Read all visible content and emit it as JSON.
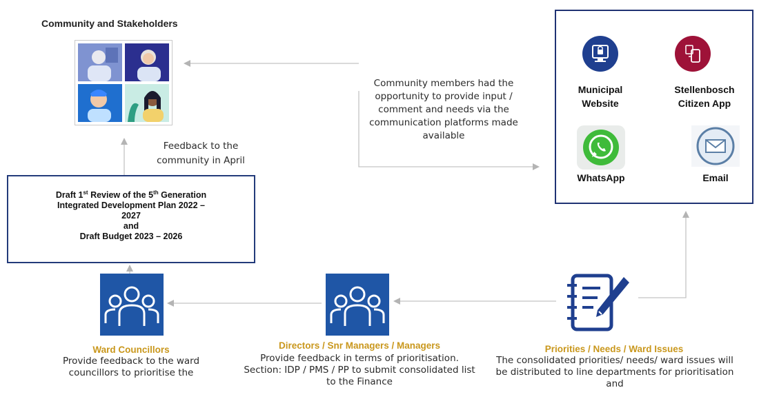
{
  "community": {
    "heading": "Community and Stakeholders"
  },
  "callout": {
    "text": "Community members had the opportunity to provide input / comment and needs via the communication platforms made available"
  },
  "feedback": {
    "text": "Feedback to the community in April"
  },
  "draft": {
    "line1_pre": "Draft 1",
    "line1_sup1": "st",
    "line1_mid": " Review of the 5",
    "line1_sup2": "th",
    "line1_post": " Generation",
    "line2": "Integrated Development Plan 2022 –",
    "line3": "2027",
    "line4": "and",
    "line5": "Draft Budget 2023 – 2026"
  },
  "platforms": {
    "website": "Municipal Website",
    "app": "Stellenbosch Citizen App",
    "whatsapp": "WhatsApp",
    "email": "Email"
  },
  "groups": {
    "councillors": {
      "title": "Ward Councillors",
      "desc": "Provide feedback to the ward councillors to prioritise the"
    },
    "managers": {
      "title": "Directors / Snr Managers / Managers",
      "desc": "Provide feedback in terms of prioritisation. Section: IDP / PMS / PP to submit consolidated list to the Finance"
    },
    "priorities": {
      "title": "Priorities / Needs / Ward Issues",
      "desc": "The consolidated priorities/ needs/ ward issues will be distributed to line departments for prioritisation and"
    }
  },
  "colors": {
    "navy": "#1f3273",
    "icon_blue": "#1f56a6",
    "app_maroon": "#9e1238",
    "whatsapp_green": "#3fbb3a",
    "title_gold": "#c9971c",
    "arrow_grey": "#b4b4b4"
  }
}
